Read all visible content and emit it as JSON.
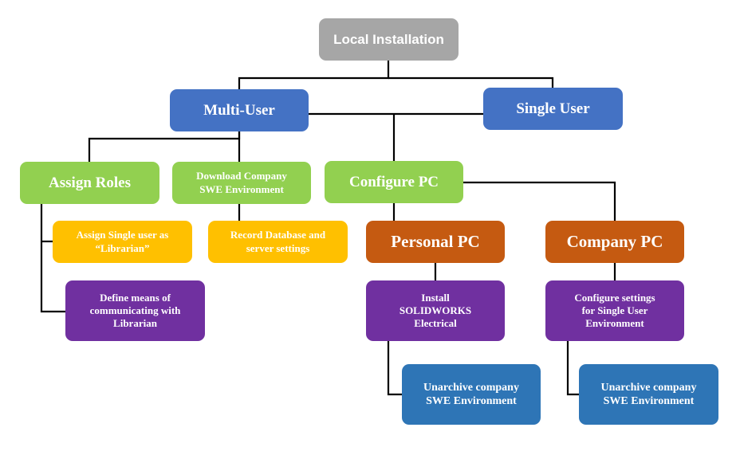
{
  "diagram": {
    "type": "hierarchy",
    "colors": {
      "root": "#A6A6A6",
      "level1": "#4472C4",
      "level2": "#92D050",
      "task": "#FFC000",
      "pc": "#C55A11",
      "action": "#7030A0",
      "final": "#2E75B6",
      "connector": "#000000"
    },
    "nodes": {
      "local_installation": {
        "label": "Local Installation"
      },
      "multi_user": {
        "label": "Multi-User"
      },
      "single_user": {
        "label": "Single User"
      },
      "assign_roles": {
        "label": "Assign Roles"
      },
      "download_company": {
        "label": "Download Company\nSWE Environment"
      },
      "configure_pc": {
        "label": "Configure PC"
      },
      "assign_librarian": {
        "label": "Assign Single user as\n“Librarian”"
      },
      "record_database": {
        "label": "Record Database and\nserver settings"
      },
      "personal_pc": {
        "label": "Personal PC"
      },
      "company_pc": {
        "label": "Company PC"
      },
      "define_means": {
        "label": "Define means of\ncommunicating with\nLibrarian"
      },
      "install_solidworks": {
        "label": "Install\nSOLIDWORKS\nElectrical"
      },
      "configure_settings": {
        "label": "Configure settings\nfor Single User\nEnvironment"
      },
      "unarchive_personal": {
        "label": "Unarchive company\nSWE Environment"
      },
      "unarchive_company": {
        "label": "Unarchive company\nSWE Environment"
      }
    },
    "edges": [
      [
        "local_installation",
        "multi_user"
      ],
      [
        "local_installation",
        "single_user"
      ],
      [
        "multi_user",
        "assign_roles"
      ],
      [
        "multi_user",
        "download_company"
      ],
      [
        "multi_user",
        "configure_pc"
      ],
      [
        "single_user",
        "configure_pc"
      ],
      [
        "assign_roles",
        "assign_librarian"
      ],
      [
        "assign_roles",
        "define_means"
      ],
      [
        "download_company",
        "record_database"
      ],
      [
        "configure_pc",
        "personal_pc"
      ],
      [
        "configure_pc",
        "company_pc"
      ],
      [
        "personal_pc",
        "install_solidworks"
      ],
      [
        "company_pc",
        "configure_settings"
      ],
      [
        "install_solidworks",
        "unarchive_personal"
      ],
      [
        "configure_settings",
        "unarchive_company"
      ]
    ]
  }
}
